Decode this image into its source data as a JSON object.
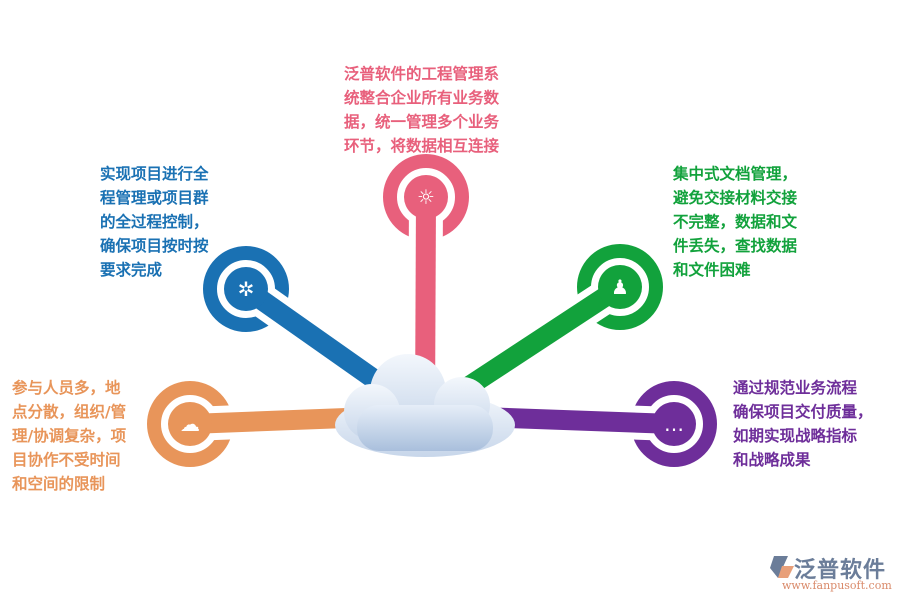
{
  "colors": {
    "pink": "#e8607c",
    "blue": "#1a71b3",
    "green": "#12a23c",
    "orange": "#e8955a",
    "purple": "#6e2e9a"
  },
  "nodes": [
    {
      "id": "pink",
      "icon": "lightbulb-gear-icon",
      "lines": [
        "泛普软件的工程管理系",
        "统整合企业所有业务数",
        "据，统一管理多个业务",
        "环节，将数据相互连接"
      ]
    },
    {
      "id": "blue",
      "icon": "network-nodes-icon",
      "lines": [
        "实现项目进行全",
        "程管理或项目群",
        "的全过程控制，",
        "确保项目按时按",
        "要求完成"
      ]
    },
    {
      "id": "green",
      "icon": "businessman-icon",
      "lines": [
        "集中式文档管理，",
        "避免交接材料交接",
        "不完整，数据和文",
        "件丢失，查找数据",
        "和文件困难"
      ]
    },
    {
      "id": "orange",
      "icon": "cloud-computer-sync-icon",
      "lines": [
        "参与人员多，地",
        "点分散，组织/管",
        "理/协调复杂，项",
        "目协作不受时间",
        "和空间的限制"
      ]
    },
    {
      "id": "purple",
      "icon": "chat-bubble-icon",
      "lines": [
        "通过规范业务流程",
        "确保项目交付质量，",
        "如期实现战略指标",
        "和战略成果"
      ]
    }
  ],
  "logo": {
    "name": "泛普软件",
    "url": "www.fanpusoft.com"
  }
}
